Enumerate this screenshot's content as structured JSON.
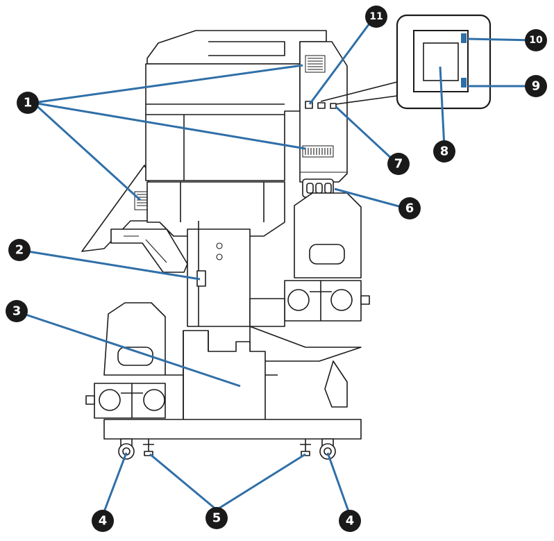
{
  "colors": {
    "leader": "#2f6fa8",
    "callout_fill": "#1a1a1a",
    "outline": "#1a1a1a",
    "background": "#ffffff"
  },
  "callouts": {
    "c1": "1",
    "c2": "2",
    "c3": "3",
    "c4_left": "4",
    "c4_right": "4",
    "c5": "5",
    "c6": "6",
    "c7": "7",
    "c8": "8",
    "c9": "9",
    "c10": "10",
    "c11": "11"
  }
}
